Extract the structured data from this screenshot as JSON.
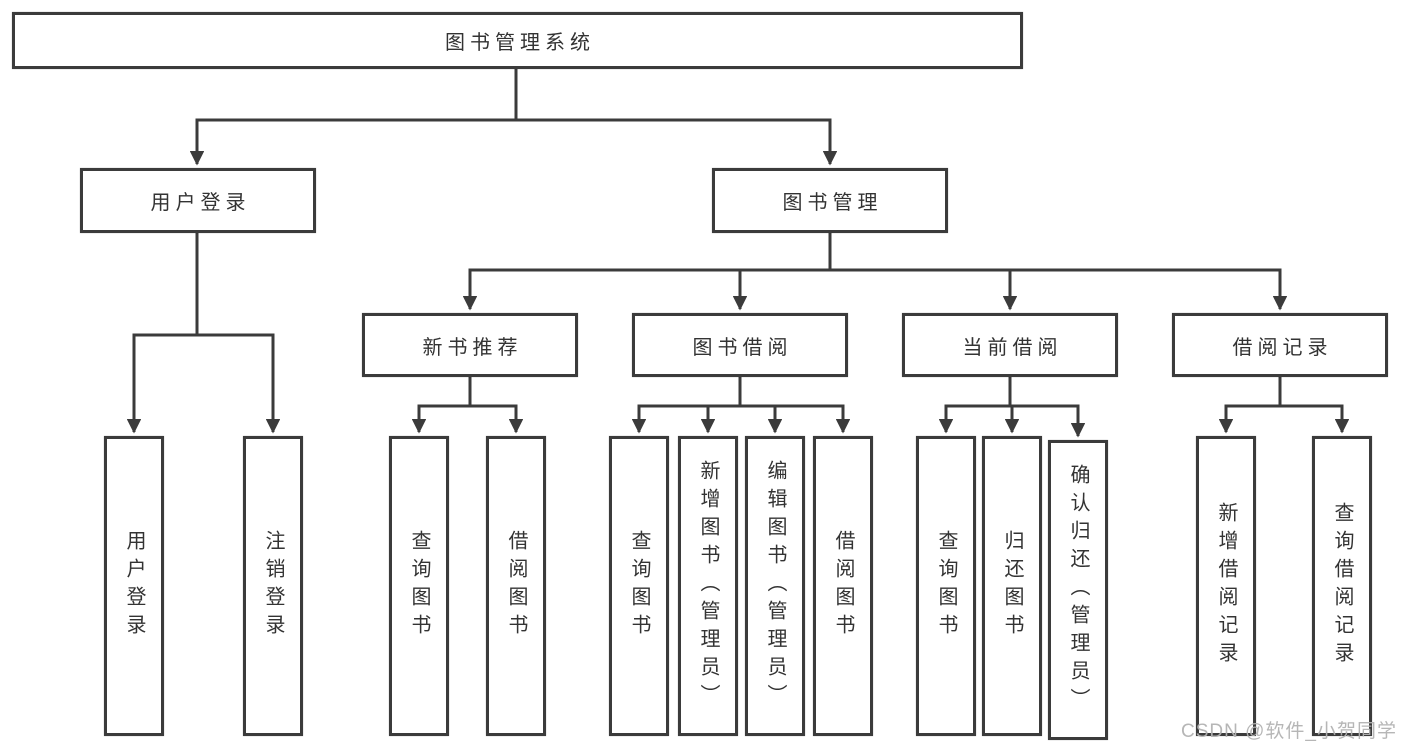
{
  "diagram": {
    "title": "图书管理系统",
    "tree": {
      "root": {
        "label": "图书管理系统",
        "children": [
          {
            "label": "用户登录",
            "children": [
              {
                "label": "用户登录"
              },
              {
                "label": "注销登录"
              }
            ]
          },
          {
            "label": "图书管理",
            "children": [
              {
                "label": "新书推荐",
                "children": [
                  {
                    "label": "查询图书"
                  },
                  {
                    "label": "借阅图书"
                  }
                ]
              },
              {
                "label": "图书借阅",
                "children": [
                  {
                    "label": "查询图书"
                  },
                  {
                    "label": "新增图书（管理员）"
                  },
                  {
                    "label": "编辑图书（管理员）"
                  },
                  {
                    "label": "借阅图书"
                  }
                ]
              },
              {
                "label": "当前借阅",
                "children": [
                  {
                    "label": "查询图书"
                  },
                  {
                    "label": "归还图书"
                  },
                  {
                    "label": "确认归还（管理员）"
                  }
                ]
              },
              {
                "label": "借阅记录",
                "children": [
                  {
                    "label": "新增借阅记录"
                  },
                  {
                    "label": "查询借阅记录"
                  }
                ]
              }
            ]
          }
        ]
      }
    },
    "colors": {
      "line": "#3b3b3b",
      "box_border": "#3b3b3b",
      "box_fill": "#ffffff",
      "text": "#333333",
      "watermark": "#b2b2b2",
      "background": "#ffffff"
    }
  },
  "watermark": {
    "text": "CSDN @软件_小贺同学"
  }
}
